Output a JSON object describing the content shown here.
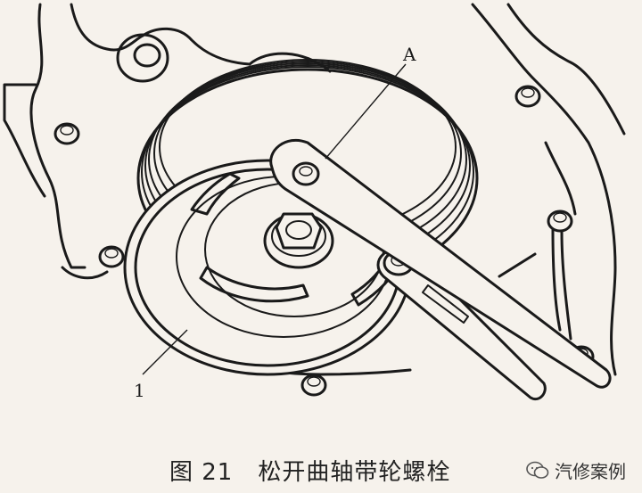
{
  "figure": {
    "label_a": "A",
    "label_1": "1"
  },
  "caption": {
    "number": "图 21",
    "title": "松开曲轴带轮螺栓"
  },
  "watermark": {
    "text": "汽修案例",
    "icon": "wechat-icon"
  }
}
